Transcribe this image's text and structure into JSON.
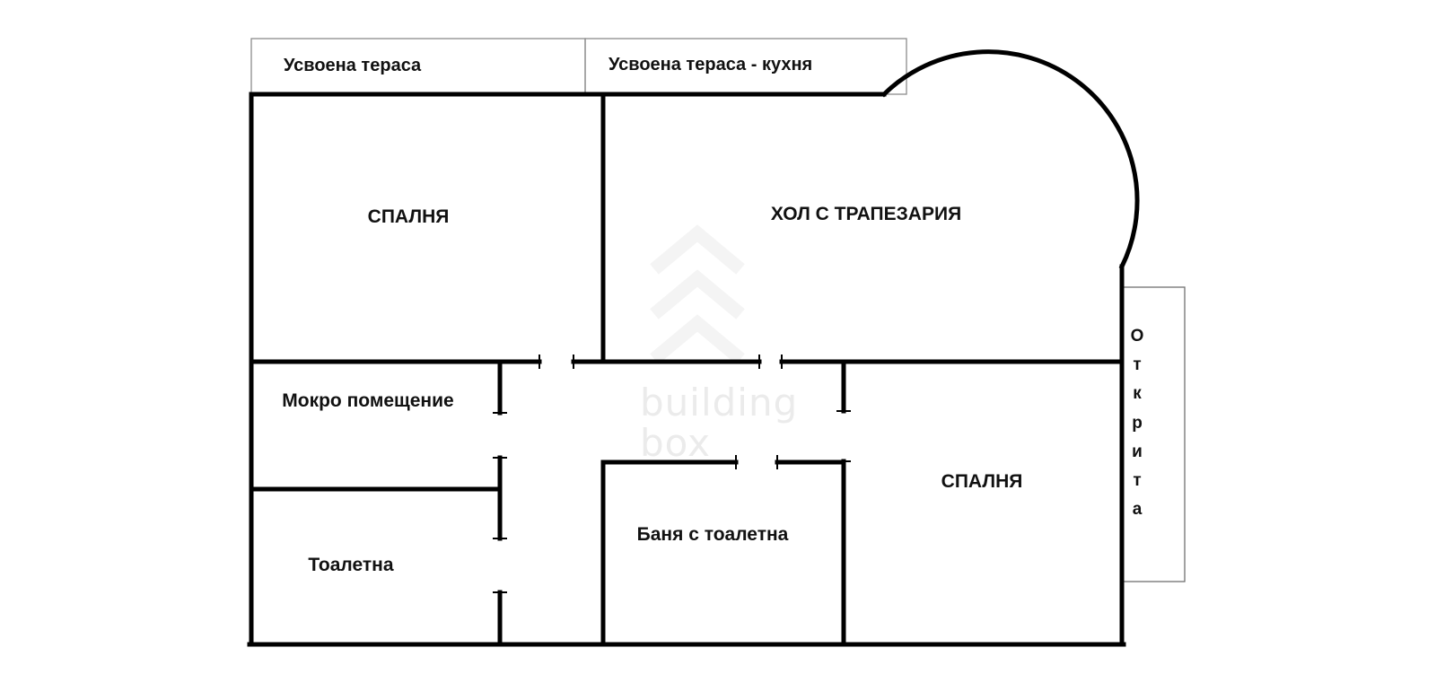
{
  "top_labels": {
    "terrace": "Усвоена тераса",
    "terrace_kitchen": "Усвоена тераса - кухня"
  },
  "rooms": {
    "bedroom_top": "СПАЛНЯ",
    "living_dining": "ХОЛ С ТРАПЕЗАРИЯ",
    "wet_room": "Мокро помещение",
    "toilet": "Тоалетна",
    "bathroom": "Баня с тоалетна",
    "bedroom_bottom": "СПАЛНЯ"
  },
  "open_terrace": {
    "word": "Открита",
    "letters": [
      "О",
      "т",
      "к",
      "р",
      "и",
      "т",
      "а"
    ]
  },
  "watermark": {
    "line1": "building",
    "line2": "box"
  },
  "colors": {
    "wall": "#000000",
    "background": "#ffffff",
    "label_text": "#111111",
    "watermark": "#ebebeb"
  }
}
